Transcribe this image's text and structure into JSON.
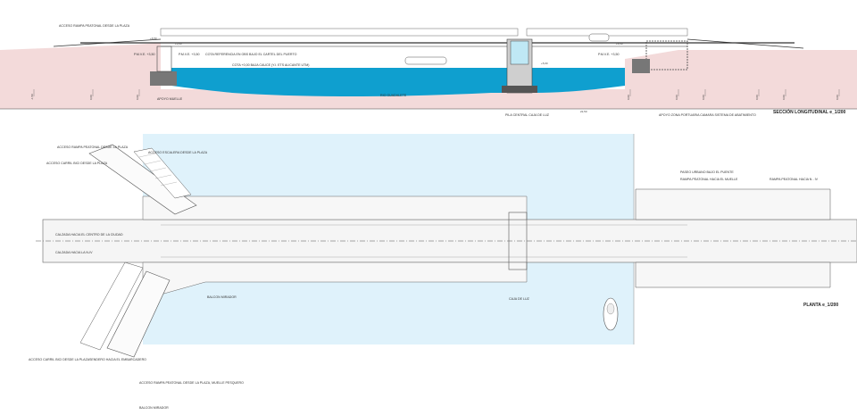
{
  "section": {
    "title": "SECCIÓN LONGITUDINAL  e_1/200",
    "labels": {
      "acceso_rampa": "ACCESO RAMPA PEATONAL DESDE LA PLAZA",
      "pmve_left": "P.M.V.E. +3,50",
      "pmve_mid": "P.M.V.E. +3,50",
      "pmve_right": "P.M.V.E. +3,50",
      "cota_ref": "COTA REFERENCIA EN OBS BAJO EL CARTEL DEL PUERTO",
      "cota_baja": "COTA +0,00 BAJA CAUCE (Y.I. ETS ALICANTE UTM)",
      "rio": "RIO GUADALETE",
      "apoyo": "APOYO MUELLE",
      "pila": "PILA CENTRAL CAJA DE LUZ",
      "apoyo_right": "APOYO ZONA PORTUARIA CAMARA SISTEMA DE ABATIMIENTO",
      "lvl_a": "+6,50",
      "lvl_b": "+6,50",
      "lvl_c": "+5,00",
      "lvl_d": "+3,00"
    },
    "ticks": [
      "-1,50",
      "0,00",
      "0,00",
      "0,00",
      "0,00",
      "0,00",
      "0,00",
      "0,00",
      "0,00",
      "0,00"
    ],
    "span": "22,50"
  },
  "plan": {
    "title": "PLANTA  e_1/200",
    "labels": {
      "rampa_plaza": "ACCESO RAMPA PEATONAL DESDE LA PLAZA",
      "escalera": "ACCESO ESCALERA DESDE LA PLAZA",
      "carril_bici_top": "ACCESO CARRIL BICI DESDE LA PLAZA",
      "calzada_centro": "CALZADA HACIA EL CENTRO DE LA CIUDAD",
      "calzada_nv": "CALZADA HACIA LA N-IV",
      "balcon": "BALCON MIRADOR",
      "caja_luz": "CAJA DE LUZ",
      "carril_bici_bottom": "ACCESO CARRIL BICI DESDE LA PLAZA",
      "sendero": "SENDERO HACIA EL EMBARCADERO",
      "rampa_muelle": "ACCESO RAMPA PEATONAL DESDE LA PLAZA, MUELLE PESQUERO",
      "balcon_bottom": "BALCON MIRADOR",
      "paseo": "PASEO URBANO BAJO EL PUENTE",
      "rampa_muelle_r": "RAMPA PEATONAL HACIA EL MUELLE",
      "rampa_nv": "RAMPA PEATONAL HACIA N - IV"
    }
  },
  "colors": {
    "water": "#0f9fcf",
    "water_plan": "#dff2fb",
    "ground": "#f3dada",
    "structure": "#555555"
  }
}
